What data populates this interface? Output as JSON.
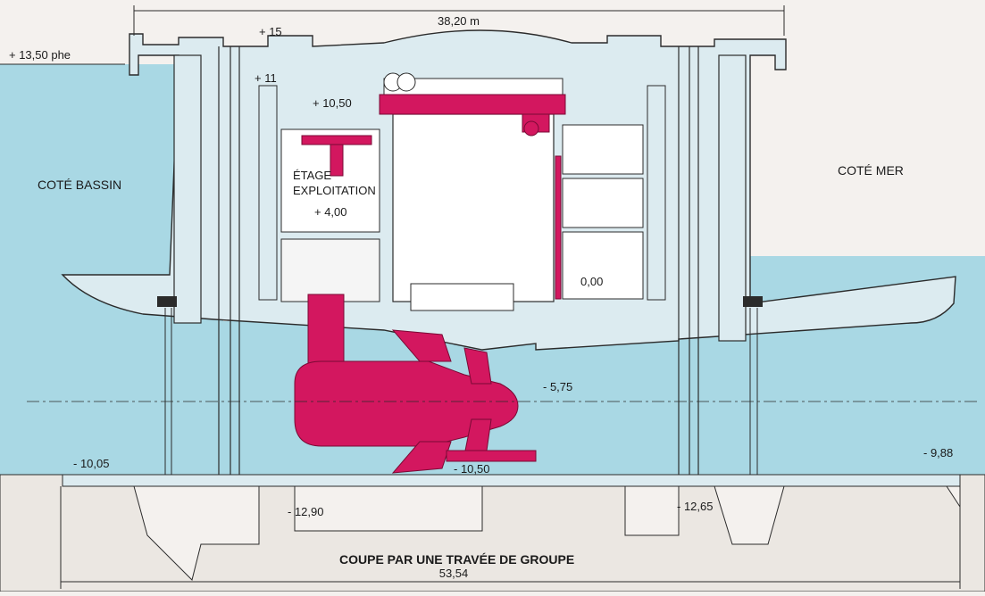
{
  "labels": {
    "width_top": "38,20 m",
    "width_bottom": "53,54",
    "level_phe": "+ 13,50 phe",
    "level_15": "+ 15",
    "level_11": "+ 11",
    "level_1050": "+ 10,50",
    "etage": "ÉTAGE",
    "exploitation": "EXPLOITATION",
    "level_400": "+ 4,00",
    "level_000": "0,00",
    "level_575": "- 5,75",
    "level_1005": "- 10,05",
    "level_1050_neg": "- 10,50",
    "level_1290": "- 12,90",
    "level_1265": "- 12,65",
    "level_988": "- 9,88",
    "side_basin": "COTÉ BASSIN",
    "side_sea": "COTÉ MER",
    "caption": "COUPE PAR UNE TRAVÉE DE GROUPE"
  },
  "colors": {
    "water": "#a9d8e4",
    "concrete": "#dcebf0",
    "outline": "#2b2b2b",
    "machine": "#d3175f",
    "ground": "#f4f1ee"
  }
}
